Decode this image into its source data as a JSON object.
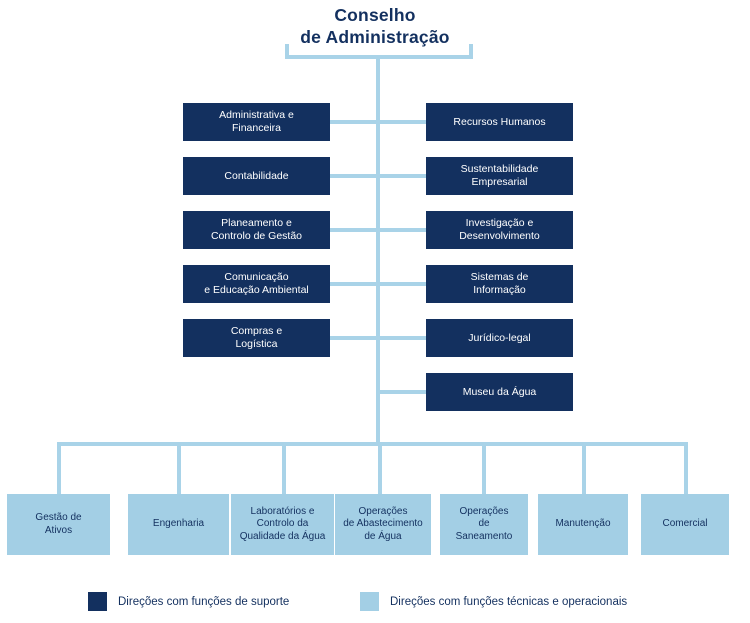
{
  "root": {
    "title": "Conselho\nde Administração"
  },
  "support_column_left": [
    {
      "label": "Administrativa e\nFinanceira"
    },
    {
      "label": "Contabilidade"
    },
    {
      "label": "Planeamento e\nControlo de Gestão"
    },
    {
      "label": "Comunicação\ne Educação Ambiental"
    },
    {
      "label": "Compras e\nLogística"
    }
  ],
  "support_column_right": [
    {
      "label": "Recursos Humanos"
    },
    {
      "label": "Sustentabilidade\nEmpresarial"
    },
    {
      "label": "Investigação e\nDesenvolvimento"
    },
    {
      "label": "Sistemas de\nInformação"
    },
    {
      "label": "Jurídico-legal"
    },
    {
      "label": "Museu da Água"
    }
  ],
  "operational_row": [
    {
      "label": "Gestão de\nAtivos"
    },
    {
      "label": "Engenharia"
    },
    {
      "label": "Laboratórios e\nControlo da\nQualidade da Água"
    },
    {
      "label": "Operações\nde Abastecimento\nde Água"
    },
    {
      "label": "Operações\nde\nSaneamento"
    },
    {
      "label": "Manutenção"
    },
    {
      "label": "Comercial"
    }
  ],
  "legend": [
    {
      "label": "Direções com funções de suporte",
      "color": "#13305f"
    },
    {
      "label": "Direções com funções técnicas e operacionais",
      "color": "#a3cfe5"
    }
  ],
  "colors": {
    "support_box": "#13305f",
    "operational_box": "#a3cfe5",
    "connector": "#a9d3e8",
    "text_dark": "#13305f",
    "background": "#ffffff"
  }
}
